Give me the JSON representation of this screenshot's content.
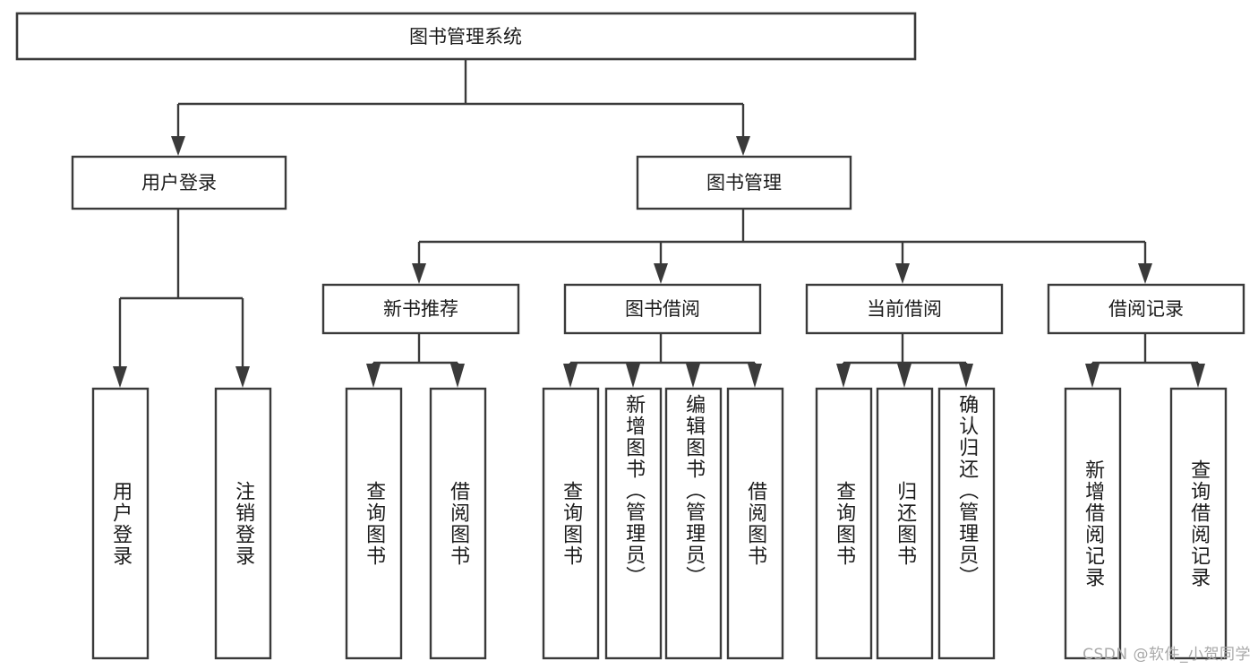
{
  "diagram": {
    "title": "图书管理系统",
    "type": "tree",
    "orientation": "top-down",
    "colors": {
      "box_stroke": "#3a3a3a",
      "box_fill": "#ffffff",
      "connector": "#3a3a3a",
      "text": "#1b1b1b",
      "watermark": "#a8a8a8",
      "background": "#ffffff"
    },
    "root": {
      "id": "root",
      "label": "图书管理系统",
      "orientation": "horizontal"
    },
    "level2": [
      {
        "id": "user-login",
        "label": "用户登录",
        "orientation": "horizontal"
      },
      {
        "id": "book-management",
        "label": "图书管理",
        "orientation": "horizontal"
      }
    ],
    "level3": [
      {
        "id": "new-book-recommend",
        "label": "新书推荐",
        "parent": "book-management",
        "orientation": "horizontal"
      },
      {
        "id": "book-borrow",
        "label": "图书借阅",
        "parent": "book-management",
        "orientation": "horizontal"
      },
      {
        "id": "current-borrow",
        "label": "当前借阅",
        "parent": "book-management",
        "orientation": "horizontal"
      },
      {
        "id": "borrow-record",
        "label": "借阅记录",
        "parent": "book-management",
        "orientation": "horizontal"
      }
    ],
    "leaves": [
      {
        "id": "leaf-user-login",
        "label": "用户登录",
        "parent": "user-login",
        "orientation": "vertical"
      },
      {
        "id": "leaf-logout-login",
        "label": "注销登录",
        "parent": "user-login",
        "orientation": "vertical"
      },
      {
        "id": "leaf-query-book-1",
        "label": "查询图书",
        "parent": "new-book-recommend",
        "orientation": "vertical"
      },
      {
        "id": "leaf-borrow-book-1",
        "label": "借阅图书",
        "parent": "new-book-recommend",
        "orientation": "vertical"
      },
      {
        "id": "leaf-query-book-2",
        "label": "查询图书",
        "parent": "book-borrow",
        "orientation": "vertical"
      },
      {
        "id": "leaf-add-book",
        "label": "新增图书（管理员）",
        "parent": "book-borrow",
        "orientation": "vertical"
      },
      {
        "id": "leaf-edit-book",
        "label": "编辑图书（管理员）",
        "parent": "book-borrow",
        "orientation": "vertical"
      },
      {
        "id": "leaf-borrow-book-2",
        "label": "借阅图书",
        "parent": "book-borrow",
        "orientation": "vertical"
      },
      {
        "id": "leaf-query-book-3",
        "label": "查询图书",
        "parent": "current-borrow",
        "orientation": "vertical"
      },
      {
        "id": "leaf-return-book",
        "label": "归还图书",
        "parent": "current-borrow",
        "orientation": "vertical"
      },
      {
        "id": "leaf-confirm-return",
        "label": "确认归还（管理员）",
        "parent": "current-borrow",
        "orientation": "vertical"
      },
      {
        "id": "leaf-add-borrow-record",
        "label": "新增借阅记录",
        "parent": "borrow-record",
        "orientation": "vertical"
      },
      {
        "id": "leaf-query-borrow-record",
        "label": "查询借阅记录",
        "parent": "borrow-record",
        "orientation": "vertical"
      }
    ]
  },
  "watermark": {
    "text": "CSDN @软件_小贺同学"
  }
}
